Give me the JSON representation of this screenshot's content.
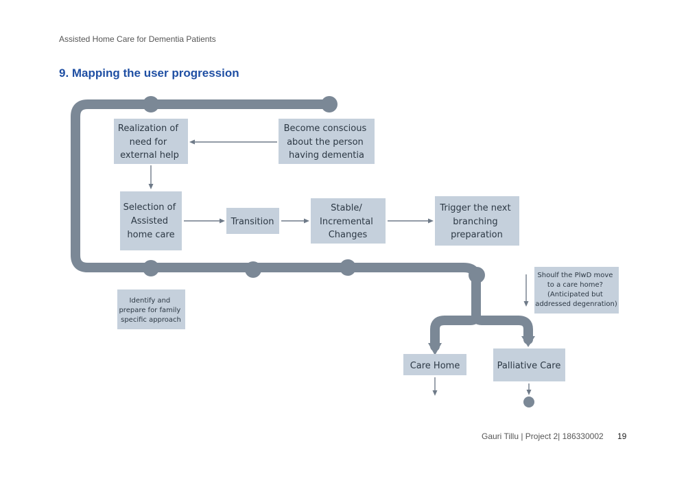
{
  "header": {
    "document_title": "Assisted Home Care for Dementia Patients"
  },
  "section": {
    "title": "9. Mapping the user progression"
  },
  "diagram": {
    "nodes": {
      "realization": [
        "Realization of",
        "need for",
        "external help"
      ],
      "conscious": [
        "Become conscious",
        "about the person",
        "having dementia"
      ],
      "selection": [
        "Selection of",
        "Assisted",
        "home care"
      ],
      "transition": [
        "Transition"
      ],
      "stable": [
        "Stable/",
        "Incremental",
        "Changes"
      ],
      "trigger": [
        "Trigger the next",
        "branching",
        "preparation"
      ],
      "identify": [
        "Identify and",
        "prepare for family",
        "specific approach"
      ],
      "question": [
        "Shoulf the PlwD move",
        "to a care home?",
        "(Anticipated but",
        "addressed degenration)"
      ],
      "care_home": [
        "Care Home"
      ],
      "palliative": [
        "Palliative Care"
      ]
    },
    "colors": {
      "track": "#7b8896",
      "box": "#c5d0dc",
      "title": "#1f4fa3"
    }
  },
  "footer": {
    "author_project": "Gauri Tillu | Project 2| 186330002",
    "page_number": "19"
  }
}
